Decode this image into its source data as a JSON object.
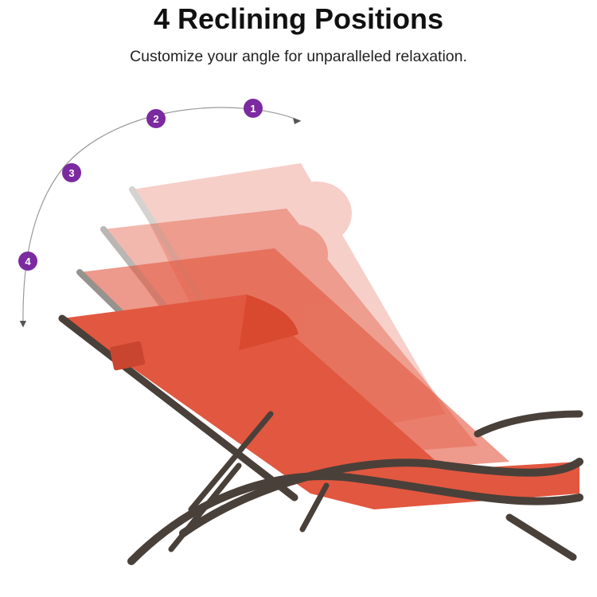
{
  "header": {
    "title": "4 Reclining Positions",
    "subtitle": "Customize your angle for unparalleled relaxation."
  },
  "positions": [
    {
      "label": "1"
    },
    {
      "label": "2"
    },
    {
      "label": "3"
    },
    {
      "label": "4"
    }
  ],
  "colors": {
    "badge": "#7b2aa0",
    "fabric": "#e2573f",
    "frame": "#4a403a"
  }
}
